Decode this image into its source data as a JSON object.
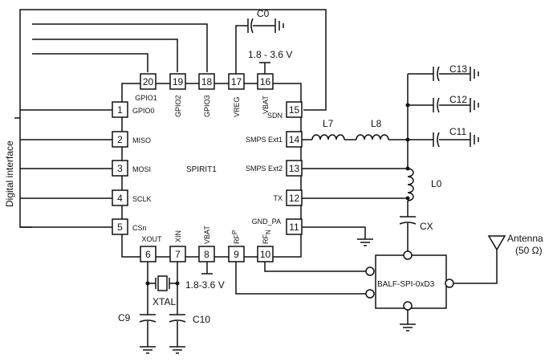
{
  "chip": {
    "name": "SPIRIT1",
    "pins": [
      {
        "num": "1",
        "label": "GPIO0"
      },
      {
        "num": "2",
        "label": "MISO"
      },
      {
        "num": "3",
        "label": "MOSI"
      },
      {
        "num": "4",
        "label": "SCLK"
      },
      {
        "num": "5",
        "label": "CSn"
      },
      {
        "num": "6",
        "label": "XOUT"
      },
      {
        "num": "7",
        "label": "XIN"
      },
      {
        "num": "8",
        "label": "VBAT"
      },
      {
        "num": "9",
        "label": "RF",
        "sub": "P"
      },
      {
        "num": "10",
        "label": "RF",
        "sub": "N"
      },
      {
        "num": "11",
        "label": "GND_PA"
      },
      {
        "num": "12",
        "label": "TX"
      },
      {
        "num": "13",
        "label": "SMPS Ext2"
      },
      {
        "num": "14",
        "label": "SMPS Ext1"
      },
      {
        "num": "15",
        "label": "SDN"
      },
      {
        "num": "16",
        "label": "VBAT"
      },
      {
        "num": "17",
        "label": "VREG"
      },
      {
        "num": "18",
        "label": "GPIO3"
      },
      {
        "num": "19",
        "label": "GPIO2"
      },
      {
        "num": "20",
        "label": "GPIO1"
      }
    ]
  },
  "labels": {
    "digital_interface": "Digital interface",
    "supply_top": "1.8 - 3.6 V",
    "supply_bottom": "1.8-3.6 V",
    "xtal": "XTAL",
    "balun": "BALF-SPI-0xD3",
    "antenna": "Antenna",
    "antenna_impedance": "(50 Ω)"
  },
  "components": {
    "c0": "C0",
    "c13": "C13",
    "c12": "C12",
    "c11": "C11",
    "l7": "L7",
    "l8": "L8",
    "l0": "L0",
    "cx": "CX",
    "c9": "C9",
    "c10": "C10"
  }
}
